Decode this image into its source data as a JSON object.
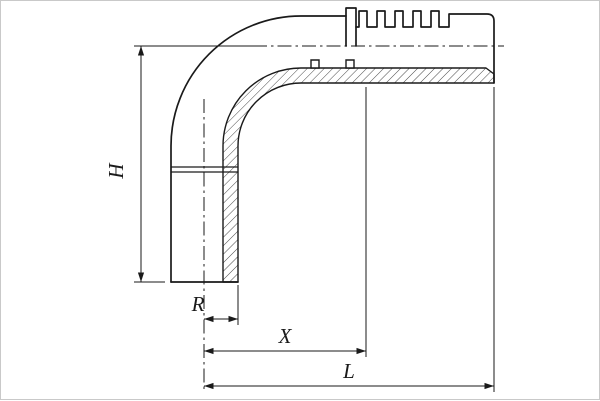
{
  "drawing": {
    "labels": {
      "h": "H",
      "r": "R",
      "x": "X",
      "l": "L"
    },
    "colors": {
      "line": "#1a1a1a",
      "background": "#ffffff",
      "border": "#c9c9c9"
    }
  }
}
